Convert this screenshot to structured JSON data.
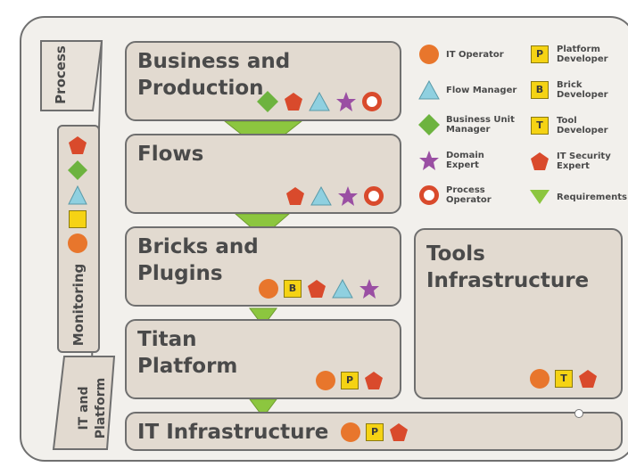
{
  "colors": {
    "orange": "#e8762c",
    "red": "#d94a2c",
    "green": "#6db33f",
    "blue": "#8fd0e0",
    "purple": "#9a4fa3",
    "yellow": "#f5d314",
    "box_fill": "#e2dad0",
    "border": "#6f6f6f"
  },
  "side": {
    "process": "Process",
    "monitoring": "Monitoring",
    "it_platform": "IT and\nPlatform"
  },
  "layers": {
    "business": "Business and\nProduction",
    "flows": "Flows",
    "bricks": "Bricks and\nPlugins",
    "titan": "Titan\nPlatform",
    "it": "IT Infrastructure",
    "tools": "Tools\nInfrastructure"
  },
  "badges": {
    "p": "P",
    "b": "B",
    "t": "T"
  },
  "legend": {
    "it_operator": "IT Operator",
    "platform_developer": "Platform\nDeveloper",
    "flow_manager": "Flow Manager",
    "brick_developer": "Brick\nDeveloper",
    "business_unit_manager": "Business Unit\nManager",
    "tool_developer": "Tool\nDeveloper",
    "domain_expert": "Domain\nExpert",
    "it_security_expert": "IT Security\nExpert",
    "process_operator": "Process\nOperator",
    "requirements": "Requirements"
  }
}
